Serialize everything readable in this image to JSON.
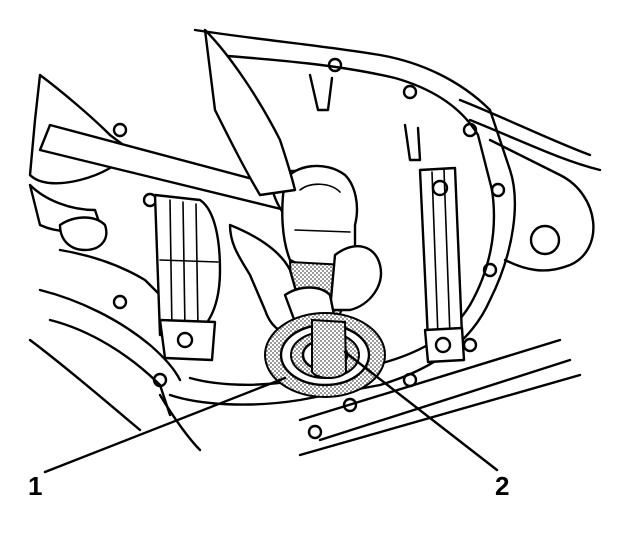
{
  "callouts": [
    {
      "id": "1",
      "label": "1"
    },
    {
      "id": "2",
      "label": "2"
    }
  ],
  "colors": {
    "ink": "#000000",
    "paper": "#ffffff",
    "stipple": "#555555"
  }
}
